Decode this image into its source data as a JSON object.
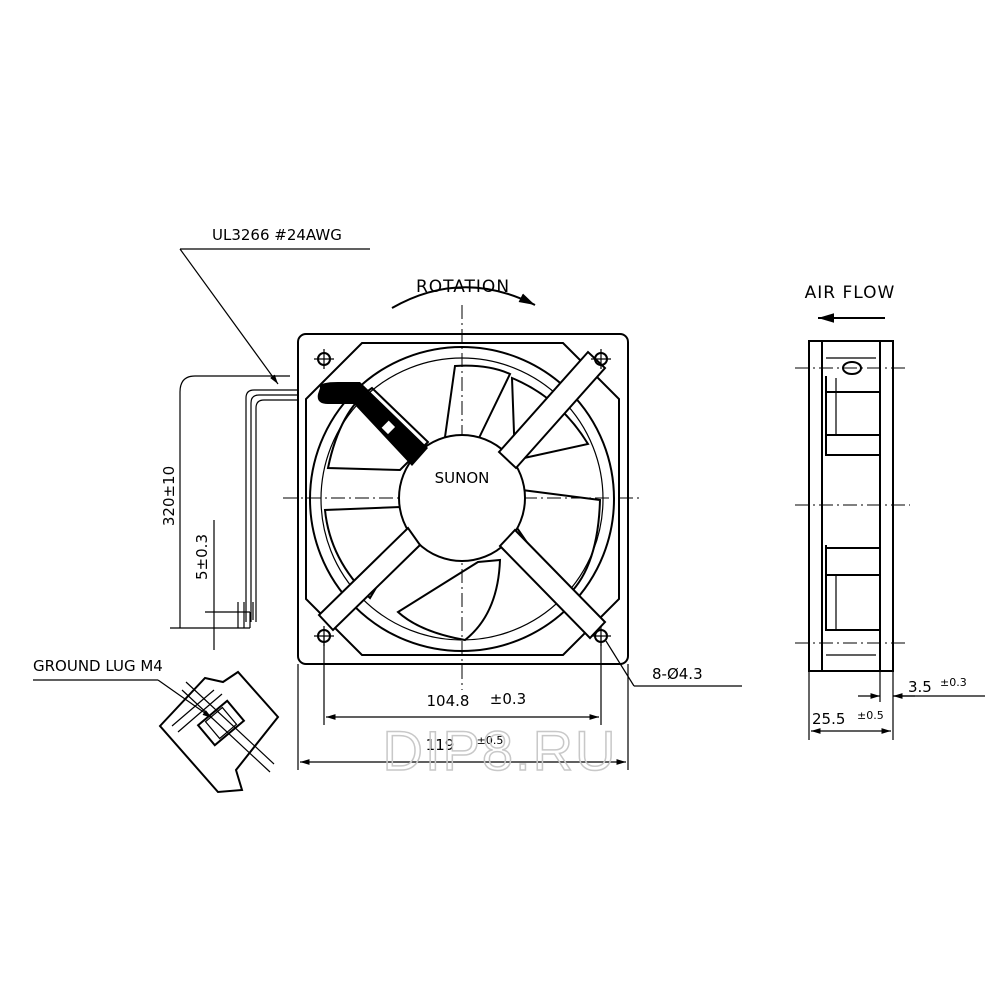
{
  "labels": {
    "wire_spec": "UL3266  #24AWG",
    "rotation": "ROTATION",
    "air_flow": "AIR FLOW",
    "brand": "SUNON",
    "ground_lug": "GROUND LUG M4",
    "lead_length": "320±10",
    "strip_length": "5±0.3",
    "hole_spacing": "104.8",
    "hole_spacing_tol": "±0.3",
    "frame_width": "119",
    "frame_width_tol": "±0.5",
    "holes": "8-Ø4.3",
    "flange": "3.5",
    "flange_tol": "±0.3",
    "depth": "25.5",
    "depth_tol": "±0.5"
  },
  "watermark": "DIP8.RU"
}
